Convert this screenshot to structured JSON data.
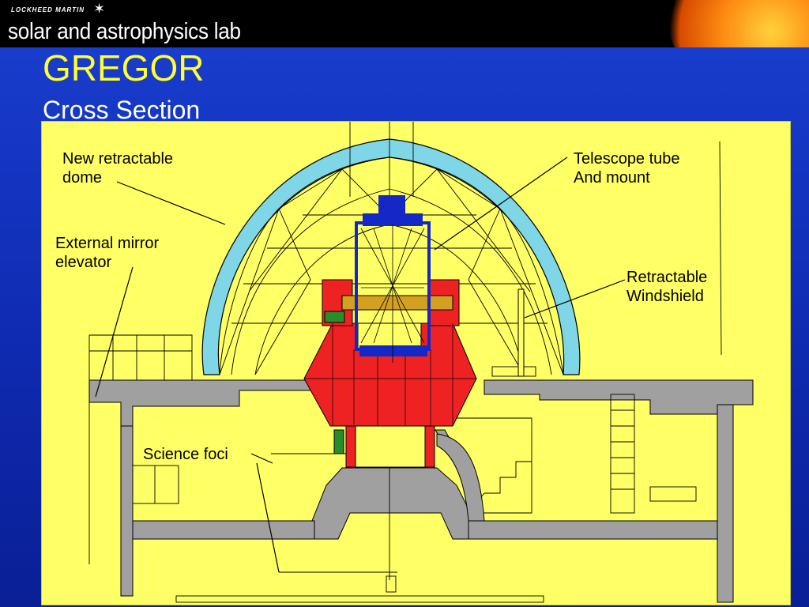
{
  "header": {
    "company": "LOCKHEED MARTIN",
    "lab_name": "solar and astrophysics lab"
  },
  "slide": {
    "title": "GREGOR",
    "subtitle": "Cross Section"
  },
  "labels": {
    "dome": "New retractable\ndome",
    "tube": "Telescope tube\nAnd mount",
    "elevator": "External mirror\nelevator",
    "windshield": "Retractable\nWindshield",
    "foci": "Science foci"
  },
  "colors": {
    "panel": "#ffff66",
    "dome_shell": "#7fd6e6",
    "mount": "#ee2222",
    "tube": "#1428c8",
    "wall": "#9a9a9a",
    "title": "#ffff33"
  }
}
